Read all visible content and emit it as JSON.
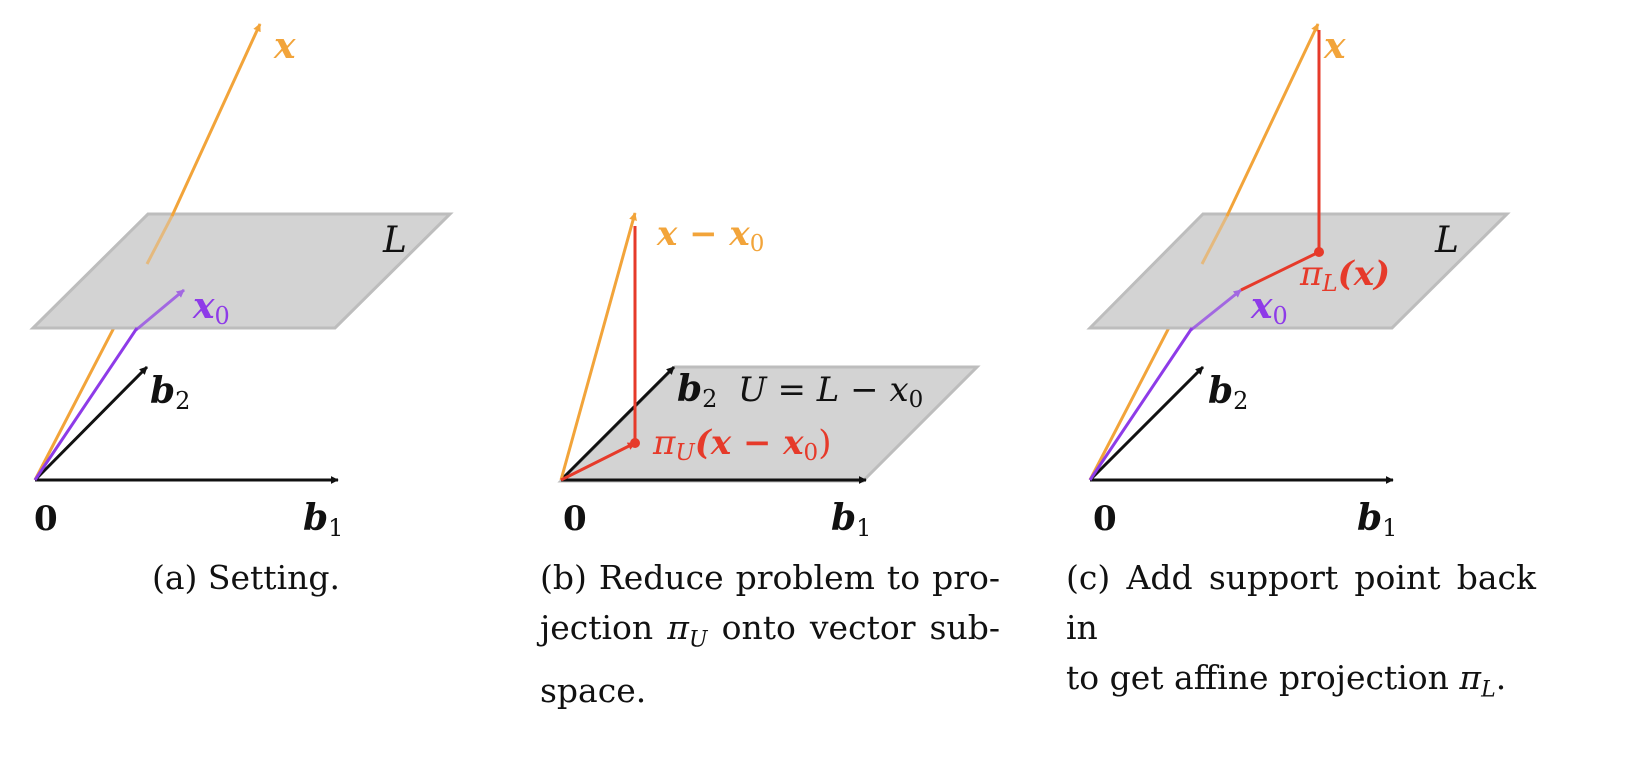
{
  "colors": {
    "orange": "#F2A43A",
    "purple": "#8E3BE8",
    "red": "#E63A2A",
    "black": "#111111",
    "plane_fill": "#D3D3D3",
    "plane_stroke": "#BDBDBD"
  },
  "panels": [
    {
      "labels": {
        "origin": "0",
        "b1": "b",
        "b1_sub": "1",
        "b2": "b",
        "b2_sub": "2",
        "x": "x",
        "x0": "x",
        "x0_sub": "0",
        "plane": "L"
      },
      "caption": "(a) Setting."
    },
    {
      "labels": {
        "origin": "0",
        "b1": "b",
        "b1_sub": "1",
        "b2": "b",
        "b2_sub": "2",
        "diff": "x − x",
        "diff_sub": "0",
        "plane": "U = L − x",
        "plane_sub": "0",
        "proj_pi": "π",
        "proj_sub": "U",
        "proj_arg": "(x − x",
        "proj_arg_sub": "0",
        "proj_close": ")"
      },
      "caption_parts": [
        "(b) Reduce problem to pro-",
        "jection ",
        "π",
        "U",
        " onto vector sub-",
        "space."
      ]
    },
    {
      "labels": {
        "origin": "0",
        "b1": "b",
        "b1_sub": "1",
        "b2": "b",
        "b2_sub": "2",
        "x": "x",
        "x0": "x",
        "x0_sub": "0",
        "plane": "L",
        "proj_pi": "π",
        "proj_sub": "L",
        "proj_arg": "(x)"
      },
      "caption_parts": [
        "(c) Add support point back in",
        "to get affine projection ",
        "π",
        "L",
        "."
      ]
    }
  ]
}
